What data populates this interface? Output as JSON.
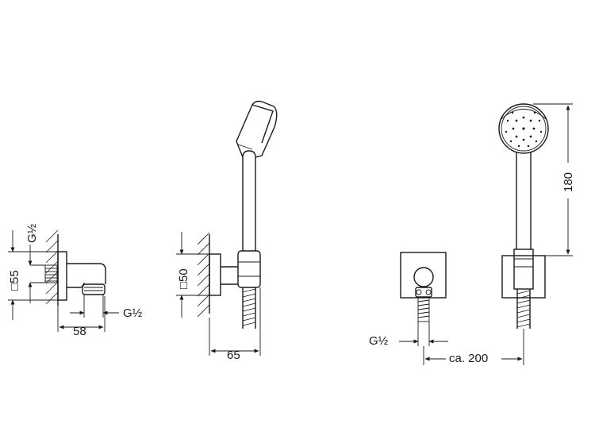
{
  "labels": {
    "g_half_vertical": "G½",
    "square_55": "□55",
    "dim_58": "58",
    "g_half_side": "G½",
    "square_50": "□50",
    "dim_65": "65",
    "dim_180": "180",
    "g_half_front": "G½",
    "dim_ca_200": "ca. 200"
  },
  "colors": {
    "line": "#1a1a1a",
    "background": "#ffffff"
  }
}
